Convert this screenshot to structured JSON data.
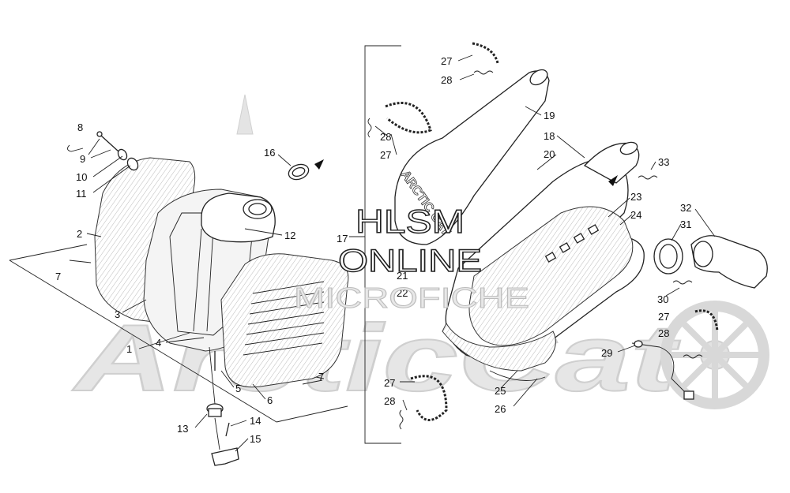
{
  "watermark": {
    "line1": "HLSM",
    "line2": "ONLINE",
    "line3": "MICROFICHE",
    "brand": "ArcticCat"
  },
  "muffler_logo": "ARCTIC CAT",
  "callouts": [
    {
      "id": "c8",
      "label": "8"
    },
    {
      "id": "c9",
      "label": "9"
    },
    {
      "id": "c10",
      "label": "10"
    },
    {
      "id": "c11",
      "label": "11"
    },
    {
      "id": "c2",
      "label": "2"
    },
    {
      "id": "c7a",
      "label": "7"
    },
    {
      "id": "c3",
      "label": "3"
    },
    {
      "id": "c1",
      "label": "1"
    },
    {
      "id": "c4",
      "label": "4"
    },
    {
      "id": "c16",
      "label": "16"
    },
    {
      "id": "c12",
      "label": "12"
    },
    {
      "id": "c5",
      "label": "5"
    },
    {
      "id": "c6",
      "label": "6"
    },
    {
      "id": "c7b",
      "label": "7"
    },
    {
      "id": "c13",
      "label": "13"
    },
    {
      "id": "c14",
      "label": "14"
    },
    {
      "id": "c15",
      "label": "15"
    },
    {
      "id": "c17",
      "label": "17"
    },
    {
      "id": "c27a",
      "label": "27"
    },
    {
      "id": "c28a",
      "label": "28"
    },
    {
      "id": "c28b",
      "label": "28"
    },
    {
      "id": "c27b",
      "label": "27"
    },
    {
      "id": "c19",
      "label": "19"
    },
    {
      "id": "c18",
      "label": "18"
    },
    {
      "id": "c20",
      "label": "20"
    },
    {
      "id": "c33",
      "label": "33"
    },
    {
      "id": "c23",
      "label": "23"
    },
    {
      "id": "c24",
      "label": "24"
    },
    {
      "id": "c32",
      "label": "32"
    },
    {
      "id": "c31",
      "label": "31"
    },
    {
      "id": "c21",
      "label": "21"
    },
    {
      "id": "c22",
      "label": "22"
    },
    {
      "id": "c30",
      "label": "30"
    },
    {
      "id": "c27c",
      "label": "27"
    },
    {
      "id": "c28c",
      "label": "28"
    },
    {
      "id": "c29",
      "label": "29"
    },
    {
      "id": "c25",
      "label": "25"
    },
    {
      "id": "c26",
      "label": "26"
    },
    {
      "id": "c27d",
      "label": "27"
    },
    {
      "id": "c28d",
      "label": "28"
    }
  ]
}
